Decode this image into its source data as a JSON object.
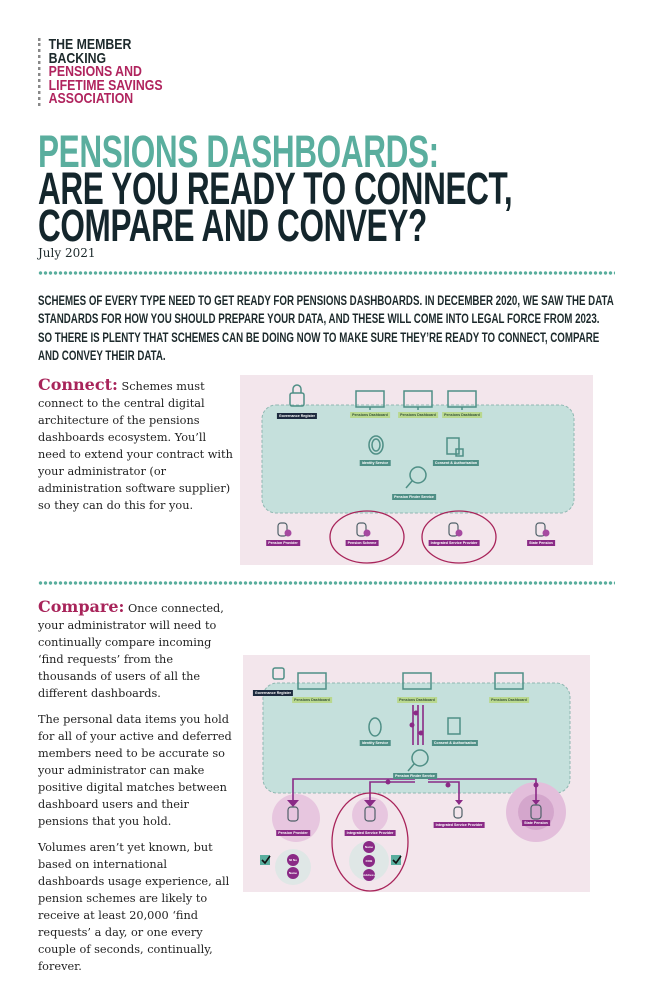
{
  "logo": {
    "line1": "THE MEMBER",
    "line2": "BACKING",
    "line3": "PENSIONS AND",
    "line4": "LIFETIME SAVINGS",
    "line5": "ASSOCIATION"
  },
  "title": {
    "line1": "PENSIONS DASHBOARDS:",
    "line2": "ARE YOU READY TO CONNECT,",
    "line3": "COMPARE AND CONVEY?"
  },
  "date": "July 2021",
  "intro": "SCHEMES OF EVERY TYPE NEED TO GET READY FOR PENSIONS DASHBOARDS. IN DECEMBER 2020, WE SAW THE DATA STANDARDS FOR HOW YOU SHOULD PREPARE YOUR DATA, AND THESE WILL COME INTO LEGAL FORCE FROM 2023. SO THERE IS PLENTY THAT SCHEMES CAN BE DOING NOW TO MAKE SURE THEY’RE READY TO CONNECT, COMPARE AND CONVEY THEIR DATA.",
  "connect": {
    "lead": "Connect:",
    "text": " Schemes must connect to the central digital architecture of the pensions dashboards ecosystem. You’ll need to extend your contract with your administrator (or administration software supplier) so they can do this for you."
  },
  "compare": {
    "lead": "Compare:",
    "text": " Once connected, your administrator will need to continually compare incoming ‘find requests’ from the thousands of users of all the different dashboards.",
    "p2": "The personal data items you hold for all of your active and deferred members need to be accurate so your administrator can make positive digital matches between dashboard users and their pensions that you hold.",
    "p3": "Volumes aren’t yet known, but based on international dashboards usage experience, all pension schemes are likely to receive at least 20,000 ‘find requests’ a day, or one every couple of seconds, continually, forever."
  },
  "diagram": {
    "governance": "Governance Register",
    "dashboard": "Pensions Dashboard",
    "identity": "Identity Service",
    "consent": "Consent & Authorisation",
    "finder": "Pension Finder Service",
    "provider": "Pension Provider",
    "scheme": "Pension Scheme",
    "isp": "Integrated Service Provider",
    "state": "State Pension",
    "ni": "NI No",
    "name": "Name",
    "dob": "DOB",
    "address": "Address"
  },
  "colors": {
    "teal": "#5aae9e",
    "pink": "#b0245e",
    "navy": "#14262c",
    "purple": "#8a2a86"
  }
}
